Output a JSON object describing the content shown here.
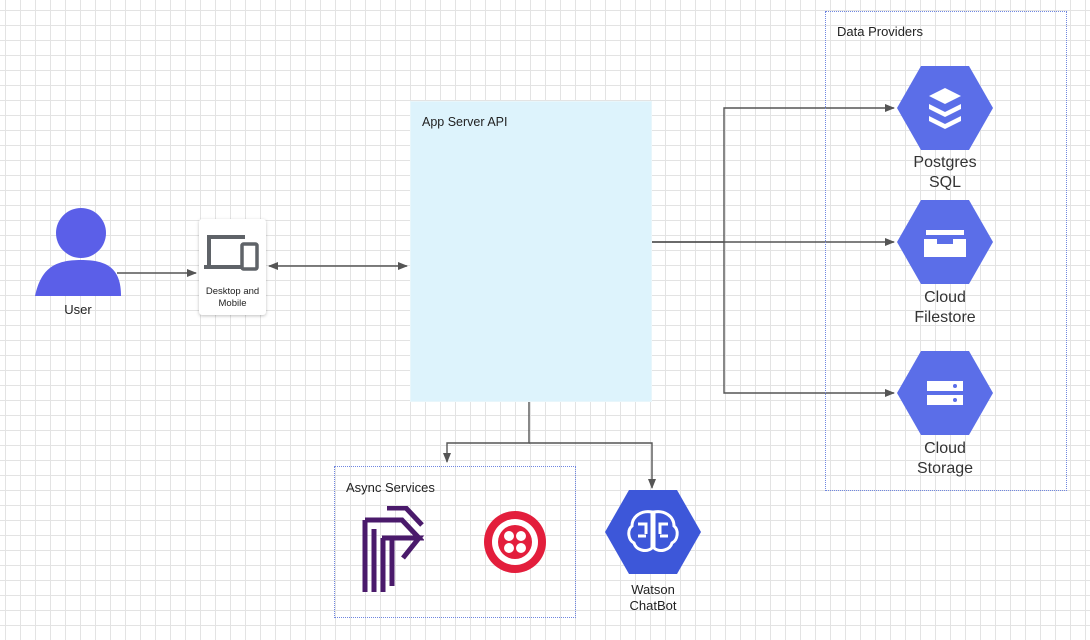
{
  "user": {
    "label": "User",
    "color": "#5b5fe8"
  },
  "device": {
    "label": "Desktop and\nMobile",
    "icon": "devices-icon"
  },
  "server": {
    "label": "App Server API",
    "color": "#ddf3fc"
  },
  "data_providers": {
    "label": "Data Providers",
    "items": [
      {
        "label": "Postgres\nSQL",
        "icon": "database-stack-icon",
        "color": "#5b6ee8"
      },
      {
        "label": "Cloud\nFilestore",
        "icon": "filestore-tray-icon",
        "color": "#5b6ee8"
      },
      {
        "label": "Cloud\nStorage",
        "icon": "storage-drive-icon",
        "color": "#5b6ee8"
      }
    ]
  },
  "async_services": {
    "label": "Async Services",
    "items": [
      {
        "icon": "heroku-style-logo-icon",
        "color": "#4a1a6b"
      },
      {
        "icon": "twilio-logo-icon",
        "color": "#e31e3c"
      }
    ]
  },
  "chatbot": {
    "label": "Watson\nChatBot",
    "icon": "brain-chip-icon",
    "color": "#3d57d9"
  }
}
